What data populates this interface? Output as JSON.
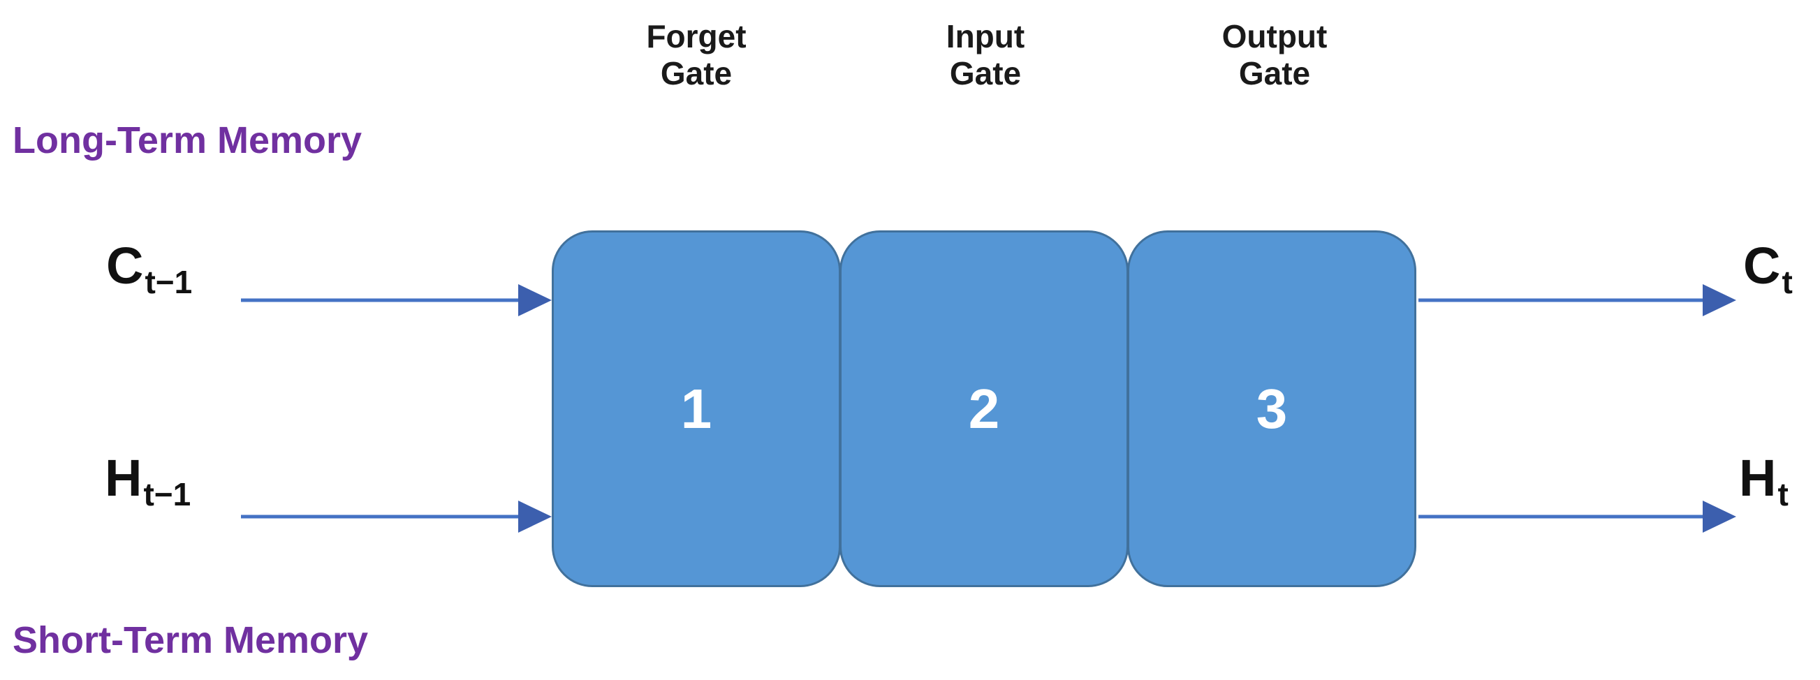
{
  "diagram": {
    "memory_labels": {
      "long_term": "Long-Term Memory",
      "short_term": "Short-Term Memory"
    },
    "gates": [
      {
        "title_line1": "Forget",
        "title_line2": "Gate",
        "number": "1"
      },
      {
        "title_line1": "Input",
        "title_line2": "Gate",
        "number": "2"
      },
      {
        "title_line1": "Output",
        "title_line2": "Gate",
        "number": "3"
      }
    ],
    "signals": {
      "cell_in": {
        "base": "C",
        "sub": "t−1"
      },
      "hidden_in": {
        "base": "H",
        "sub": "t−1"
      },
      "cell_out": {
        "base": "C",
        "sub": "t"
      },
      "hidden_out": {
        "base": "H",
        "sub": "t"
      }
    },
    "colors": {
      "box_fill": "#5596D5",
      "box_border": "#41719C",
      "arrow": "#4472C4",
      "arrow_head": "#3C5FAE",
      "memory_label": "#7030A0",
      "gate_title": "#1A1A1A",
      "box_number": "#FFFFFF"
    }
  }
}
